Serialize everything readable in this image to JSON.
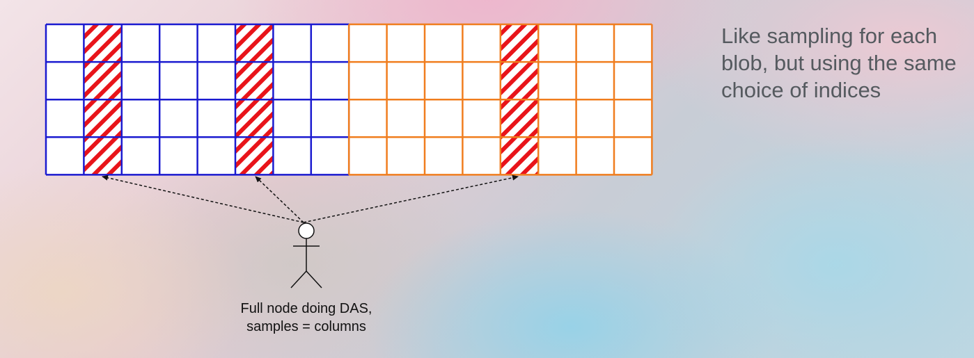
{
  "side_note": {
    "text": "Like sampling for each blob, but using the same choice of indices"
  },
  "person": {
    "caption_line1": "Full node doing DAS,",
    "caption_line2": "samples = columns"
  },
  "grid": {
    "rows": 4,
    "blobs": [
      {
        "color": "#1a1ad0",
        "columns": 8,
        "sampled_columns": [
          1,
          5
        ]
      },
      {
        "color": "#f07d1e",
        "columns": 8,
        "sampled_columns": [
          4
        ]
      }
    ],
    "hatch_color": "#e8141a"
  }
}
